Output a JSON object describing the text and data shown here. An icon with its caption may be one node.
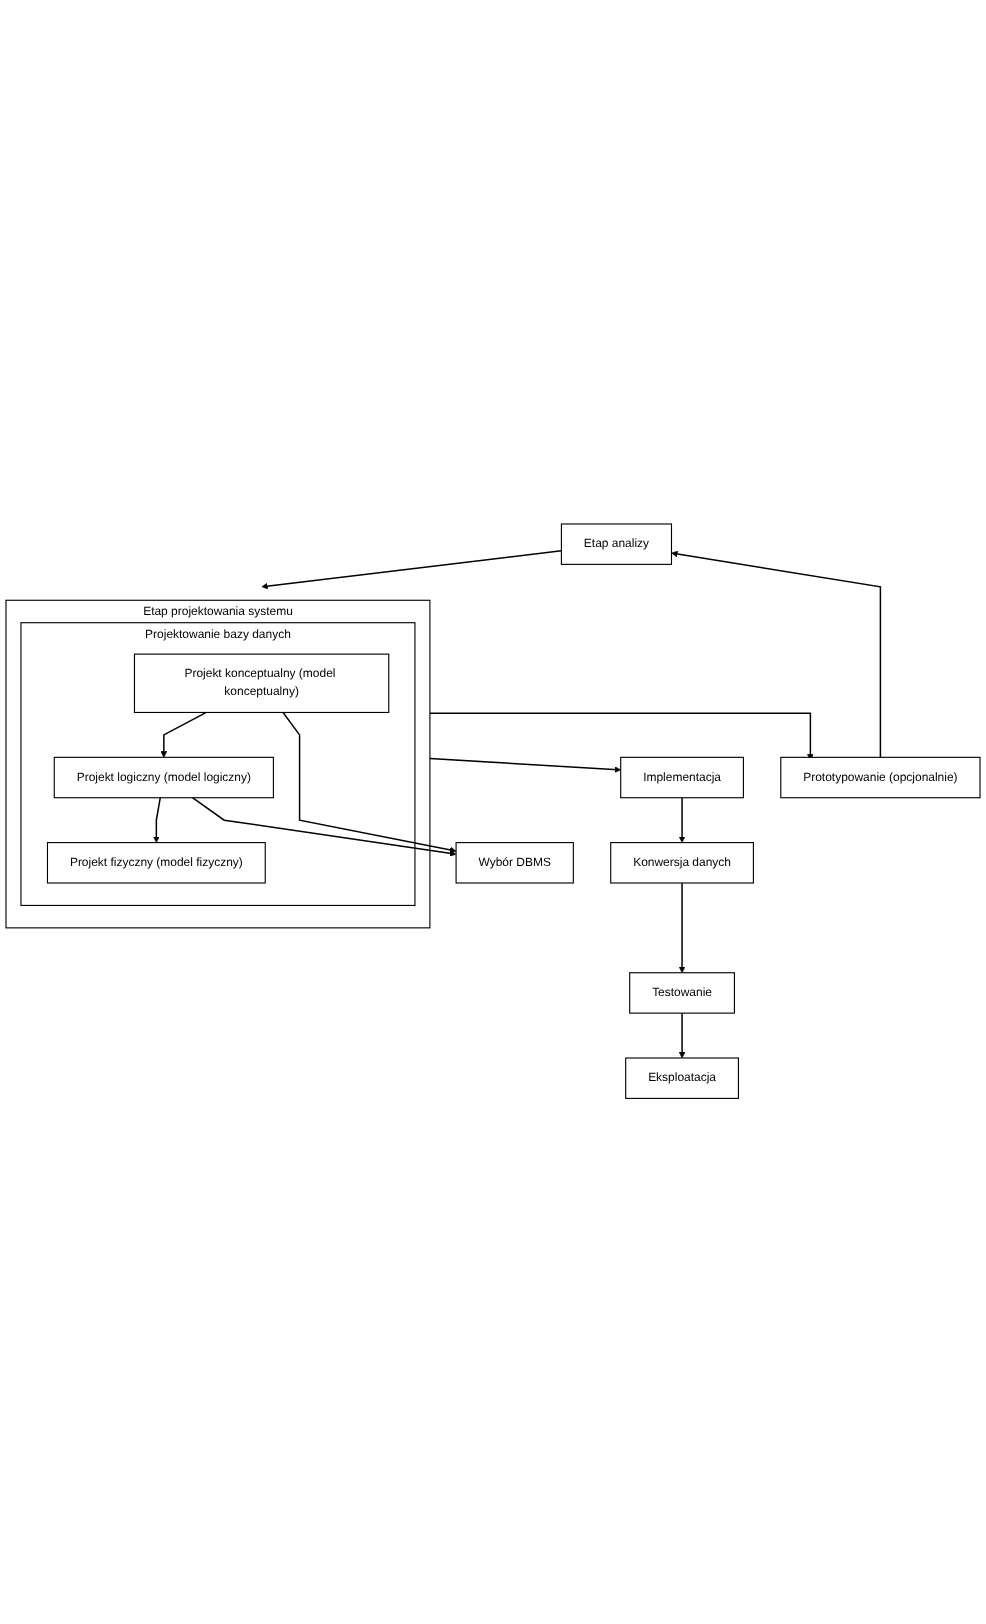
{
  "diagram": {
    "nodes": [
      {
        "text": [
          "Etap analizy"
        ]
      },
      {
        "text": [
          "Etap projektowania systemu"
        ]
      },
      {
        "text": [
          "Projektowanie bazy danych"
        ],
        "in": 1
      },
      {
        "text": [
          "Projekt konceptualny (model konceptualny)"
        ],
        "in": 2
      },
      {
        "text": [
          "Projekt logiczny (model logiczny)"
        ],
        "in": 2
      },
      {
        "text": [
          "Projekt fizyczny (model fizyczny)"
        ],
        "in": 2
      },
      {
        "text": [
          "Wybór DBMS"
        ]
      },
      {
        "text": [
          "Prototypowanie (opcjonalnie)"
        ]
      },
      {
        "text": [
          "Implementacja"
        ]
      },
      {
        "text": [
          "Konwersja danych"
        ]
      },
      {
        "text": [
          "Testowanie"
        ]
      },
      {
        "text": [
          "Eksploatacja"
        ]
      }
    ],
    "edges": [
      {
        "from": 0,
        "to": 1,
        "arrow": "to"
      },
      {
        "from": 3,
        "to": 4,
        "arrow": "to"
      },
      {
        "from": 4,
        "to": 5,
        "arrow": "to"
      },
      {
        "from": 3,
        "to": 6,
        "arrow": "to"
      },
      {
        "from": 4,
        "to": 6,
        "arrow": "to"
      },
      {
        "from": 1,
        "to": 7,
        "arrow": "to"
      },
      {
        "from": 1,
        "to": 8,
        "arrow": "to"
      },
      {
        "from": 7,
        "to": 0,
        "arrow": "to"
      },
      {
        "from": 8,
        "to": 9,
        "arrow": "to"
      },
      {
        "from": 9,
        "to": 10,
        "arrow": "to"
      },
      {
        "from": 10,
        "to": 11,
        "arrow": "to"
      }
    ]
  }
}
